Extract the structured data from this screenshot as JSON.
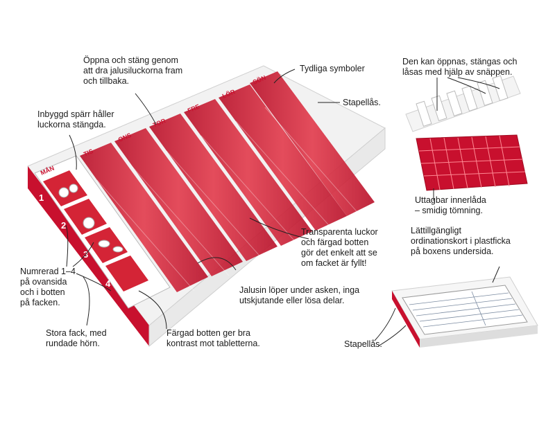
{
  "callouts": {
    "tydliga": "Tydliga symboler",
    "oppna": "Öppna och stäng genom\natt dra jalusiluckorna fram\noch tillbaka.",
    "stapellas_top": "Stapellås.",
    "sparr": "Inbyggd spärr håller\nluckorna stängda.",
    "transparenta": "Transparenta luckor\noch färgad botten\ngör det enkelt att se\nom facket är fyllt!",
    "numrerad": "Numrerad 1–4\npå ovansida\noch i botten\npå facken.",
    "jalusin": "Jalusin löper under asken, inga\nutskjutande eller lösa delar.",
    "stora": "Stora fack, med\nrundade hörn.",
    "fargad": "Färgad botten ger bra\nkontrast mot tabletterna.",
    "kan_oppnas": "Den kan öppnas, stängas och\nlåsas med hjälp av snäppen.",
    "uttagbar": "Uttagbar innerlåda\n– smidig tömning.",
    "lattillgangligt": "Lättillgängligt\nordinationskort i plastficka\npå boxens undersida.",
    "stapellas_bottom": "Stapellås."
  },
  "organizer": {
    "days": [
      "MÅN",
      "TIS",
      "ONS",
      "TOR",
      "FRE",
      "LÖR",
      "SÖN"
    ],
    "numbers": [
      "1",
      "2",
      "3",
      "4"
    ]
  },
  "colors": {
    "red": "#c8102e",
    "light_red": "#e8707a",
    "white": "#ffffff",
    "text": "#1a1a1a"
  }
}
